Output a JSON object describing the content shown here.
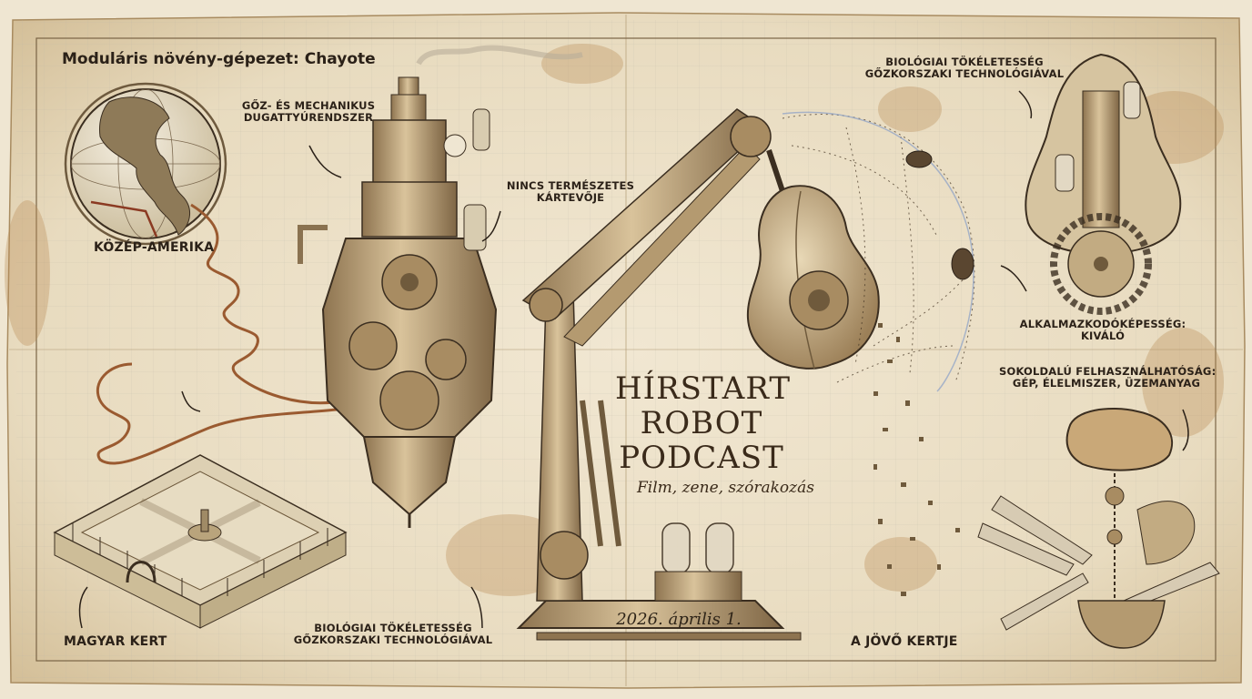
{
  "title": "Moduláris növény-gépezet: Chayote",
  "podcast": {
    "line1": "HÍRSTART",
    "line2": "ROBOT",
    "line3": "PODCAST",
    "subtitle": "Film, zene, szórakozás",
    "date": "2026. április 1."
  },
  "labels": {
    "steam": {
      "line1": "Gőz- és mechanikus",
      "line2": "dugattyúrendszer"
    },
    "pests": {
      "line1": "Nincs természetes",
      "line2": "kártevője"
    },
    "bio_top": {
      "line1": "Biológiai tökéletesség",
      "line2": "gőzkorszaki technológiával"
    },
    "central_america": "Közép-Amerika",
    "adaptability": {
      "line1": "Alkalmazkodóképesség:",
      "line2": "kiváló"
    },
    "versatility": {
      "line1": "Sokoldalú felhasználhatóság:",
      "line2": "gép, élelmiszer, üzemanyag"
    },
    "hungarian_garden": "Magyar kert",
    "bio_bottom": {
      "line1": "Biológiai tökéletesség",
      "line2": "gőzkorszaki technológiával"
    },
    "future_garden": "A jövő kertje"
  },
  "colors": {
    "paper": "#e8dcc4",
    "ink": "#2b2118",
    "brass": "#b9996a",
    "copper": "#9a5a30",
    "stain": "#c9a878",
    "grid": "#b8b4a6"
  }
}
